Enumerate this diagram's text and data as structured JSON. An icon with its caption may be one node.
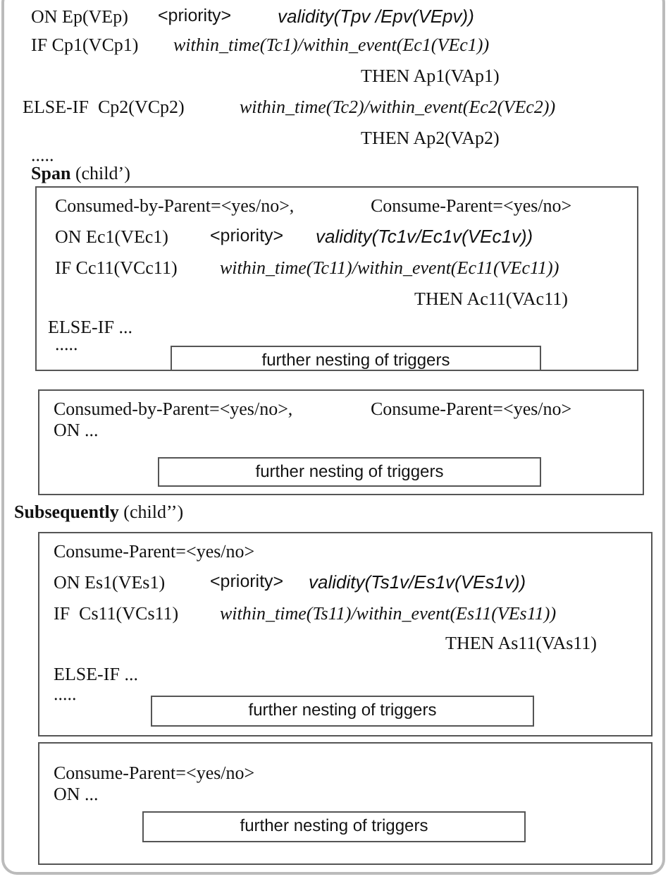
{
  "diagram": {
    "nodes": [
      {
        "text": [
          "Consumed-by-Parent=<yes/no>,",
          "Consume-Parent=<yes/no>",
          "ON Ec1(VEc1)",
          "<priority>",
          "validity(Tc1v/Ec1v(VEc1v))",
          "IF Cc11(VCc11)",
          "within_time(Tc11)/within_event(Ec11(VEc11))",
          "THEN Ac11(VAc11)",
          "ELSE-IF ...",
          "....."
        ]
      },
      {
        "text": [
          "further nesting of triggers"
        ],
        "in": 0
      },
      {
        "text": [
          "Consumed-by-Parent=<yes/no>,",
          "Consume-Parent=<yes/no>",
          "ON ..."
        ]
      },
      {
        "text": [
          "further nesting of triggers"
        ],
        "in": 2
      },
      {
        "text": [
          "Consume-Parent=<yes/no>",
          "ON Es1(VEs1)",
          "<priority>",
          "validity(Ts1v/Es1v(VEs1v))",
          "IF  Cs11(VCs11)",
          "within_time(Ts11)/within_event(Es11(VEs11))",
          "THEN As11(VAs11)",
          "ELSE-IF ...",
          "....."
        ]
      },
      {
        "text": [
          "further nesting of triggers"
        ],
        "in": 4
      },
      {
        "text": [
          "Consume-Parent=<yes/no>",
          "ON ..."
        ]
      },
      {
        "text": [
          "further nesting of triggers"
        ],
        "in": 6
      }
    ],
    "edges": [],
    "labels": [
      "ON Ep(VEp)",
      "<priority>",
      "validity(Tpv /Epv(VEpv))",
      "IF Cp1(VCp1)",
      "within_time(Tc1)/within_event(Ec1(VEc1))",
      "THEN Ap1(VAp1)",
      "ELSE-IF  Cp2(VCp2)",
      "within_time(Tc2)/within_event(Ec2(VEc2))",
      "THEN Ap2(VAp2)",
      ".....",
      "**Span** (child’)",
      "**Subsequently** (child’’)"
    ]
  }
}
